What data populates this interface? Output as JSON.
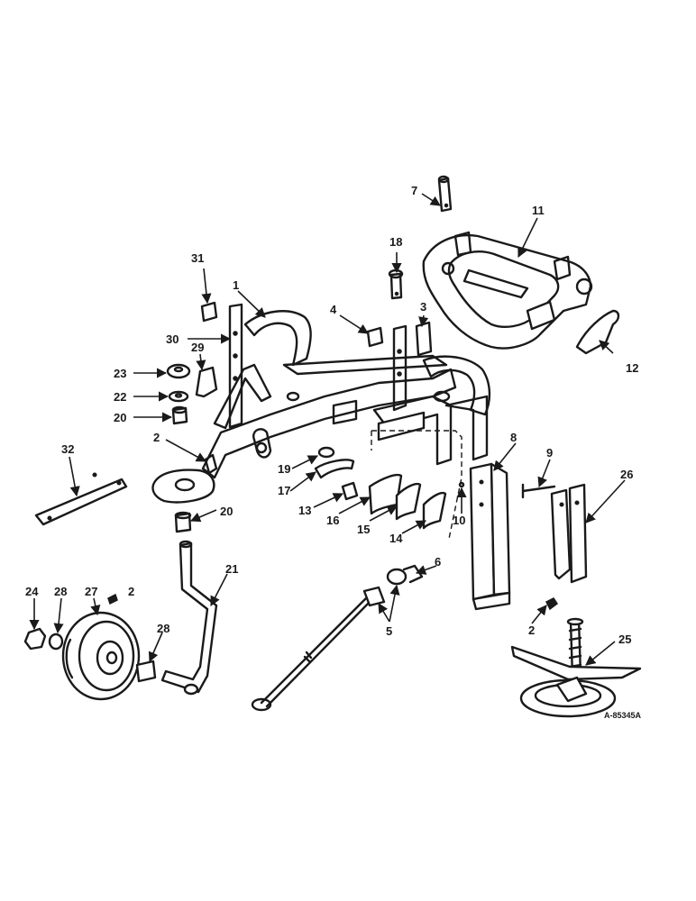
{
  "reference_code": "A-85345A",
  "colors": {
    "ink": "#1a1a1a",
    "paper": "#ffffff"
  },
  "callouts": [
    {
      "label": "1"
    },
    {
      "label": "2"
    },
    {
      "label": "3"
    },
    {
      "label": "4"
    },
    {
      "label": "5"
    },
    {
      "label": "6"
    },
    {
      "label": "7"
    },
    {
      "label": "8"
    },
    {
      "label": "9"
    },
    {
      "label": "10"
    },
    {
      "label": "11"
    },
    {
      "label": "12"
    },
    {
      "label": "13"
    },
    {
      "label": "14"
    },
    {
      "label": "15"
    },
    {
      "label": "16"
    },
    {
      "label": "17"
    },
    {
      "label": "18"
    },
    {
      "label": "19"
    },
    {
      "label": "20"
    },
    {
      "label": "20"
    },
    {
      "label": "21"
    },
    {
      "label": "22"
    },
    {
      "label": "23"
    },
    {
      "label": "24"
    },
    {
      "label": "25"
    },
    {
      "label": "26"
    },
    {
      "label": "27"
    },
    {
      "label": "28"
    },
    {
      "label": "28"
    },
    {
      "label": "29"
    },
    {
      "label": "30"
    },
    {
      "label": "31"
    },
    {
      "label": "32"
    },
    {
      "label": "2"
    },
    {
      "label": "2"
    }
  ]
}
